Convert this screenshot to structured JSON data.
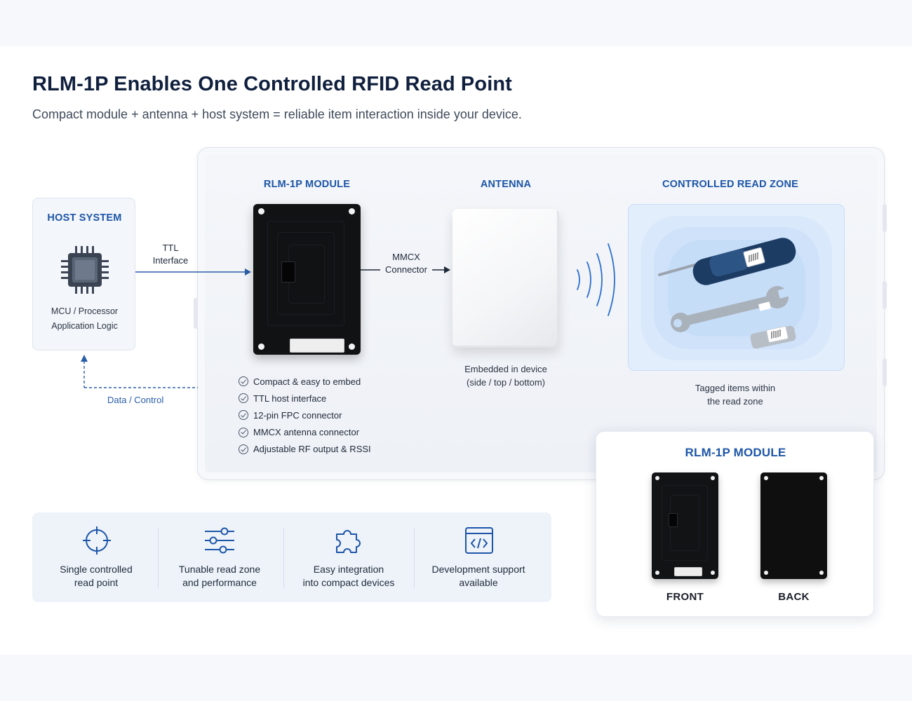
{
  "header": {
    "title": "RLM-1P Enables One Controlled RFID Read Point",
    "subtitle": "Compact module + antenna + host system = reliable item interaction inside your device."
  },
  "host": {
    "heading": "HOST SYSTEM",
    "line1": "MCU / Processor",
    "line2": "Application Logic"
  },
  "connections": {
    "ttl_line1": "TTL",
    "ttl_line2": "Interface",
    "mmcx_line1": "MMCX",
    "mmcx_line2": "Connector",
    "data_control": "Data / Control"
  },
  "module": {
    "heading": "RLM-1P MODULE",
    "features": [
      "Compact & easy to embed",
      "TTL host interface",
      "12-pin FPC connector",
      "MMCX antenna connector",
      "Adjustable RF output & RSSI"
    ]
  },
  "antenna": {
    "heading": "ANTENNA",
    "line1": "Embedded in device",
    "line2": "(side / top / bottom)"
  },
  "zone": {
    "heading": "CONTROLLED READ ZONE",
    "line1": "Tagged items within",
    "line2": "the read zone"
  },
  "benefits": [
    {
      "icon": "crosshair-icon",
      "line1": "Single controlled",
      "line2": "read point"
    },
    {
      "icon": "sliders-icon",
      "line1": "Tunable read zone",
      "line2": "and performance"
    },
    {
      "icon": "puzzle-icon",
      "line1": "Easy integration",
      "line2": "into compact devices"
    },
    {
      "icon": "code-window-icon",
      "line1": "Development support",
      "line2": "available"
    }
  ],
  "module_card": {
    "heading": "RLM-1P MODULE",
    "front_label": "FRONT",
    "back_label": "BACK"
  },
  "colors": {
    "accent_blue": "#1d56a8",
    "navy_title": "#0f1f3d",
    "zone_fill": "#e3eefc",
    "board_black": "#111214"
  }
}
